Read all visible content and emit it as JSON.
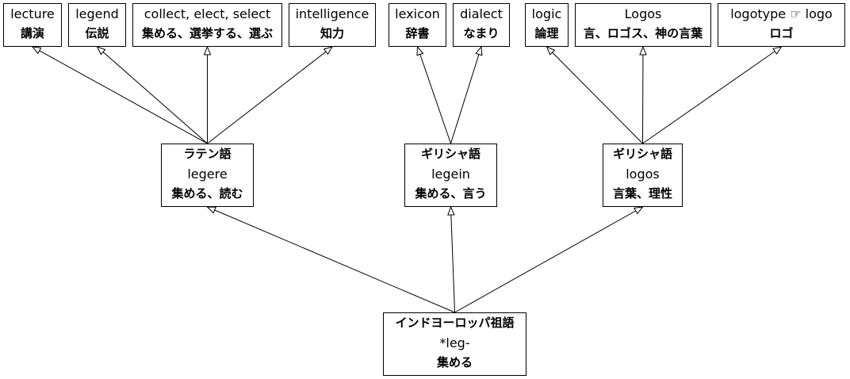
{
  "nodes": {
    "root": {
      "lines": [
        "インドヨーロッパ祖語",
        "*leg-",
        "集める"
      ]
    },
    "latin": {
      "lines": [
        "ラテン語",
        "legere",
        "集める、読む"
      ]
    },
    "greek1": {
      "lines": [
        "ギリシャ語",
        "legein",
        "集める、言う"
      ]
    },
    "greek2": {
      "lines": [
        "ギリシャ語",
        "logos",
        "言葉、理性"
      ]
    },
    "lecture": {
      "lines": [
        "lecture",
        "講演"
      ]
    },
    "legend": {
      "lines": [
        "legend",
        "伝説"
      ]
    },
    "collect": {
      "lines": [
        "collect, elect, select",
        "集める、選挙する、選ぶ"
      ]
    },
    "intelligence": {
      "lines": [
        "intelligence",
        "知力"
      ]
    },
    "lexicon": {
      "lines": [
        "lexicon",
        "辞書"
      ]
    },
    "dialect": {
      "lines": [
        "dialect",
        "なまり"
      ]
    },
    "logic": {
      "lines": [
        "logic",
        "論理"
      ]
    },
    "Logos": {
      "lines": [
        "Logos",
        "言、ロゴス、神の言葉"
      ]
    },
    "logotype": {
      "lines": [
        "logotype ☞  logo",
        "ロゴ"
      ]
    }
  },
  "edges": [
    {
      "from": "root",
      "to": "latin"
    },
    {
      "from": "root",
      "to": "greek1"
    },
    {
      "from": "root",
      "to": "greek2"
    },
    {
      "from": "latin",
      "to": "lecture"
    },
    {
      "from": "latin",
      "to": "legend"
    },
    {
      "from": "latin",
      "to": "collect"
    },
    {
      "from": "latin",
      "to": "intelligence"
    },
    {
      "from": "greek1",
      "to": "lexicon"
    },
    {
      "from": "greek1",
      "to": "dialect"
    },
    {
      "from": "greek2",
      "to": "logic"
    },
    {
      "from": "greek2",
      "to": "Logos"
    },
    {
      "from": "greek2",
      "to": "logotype"
    }
  ]
}
